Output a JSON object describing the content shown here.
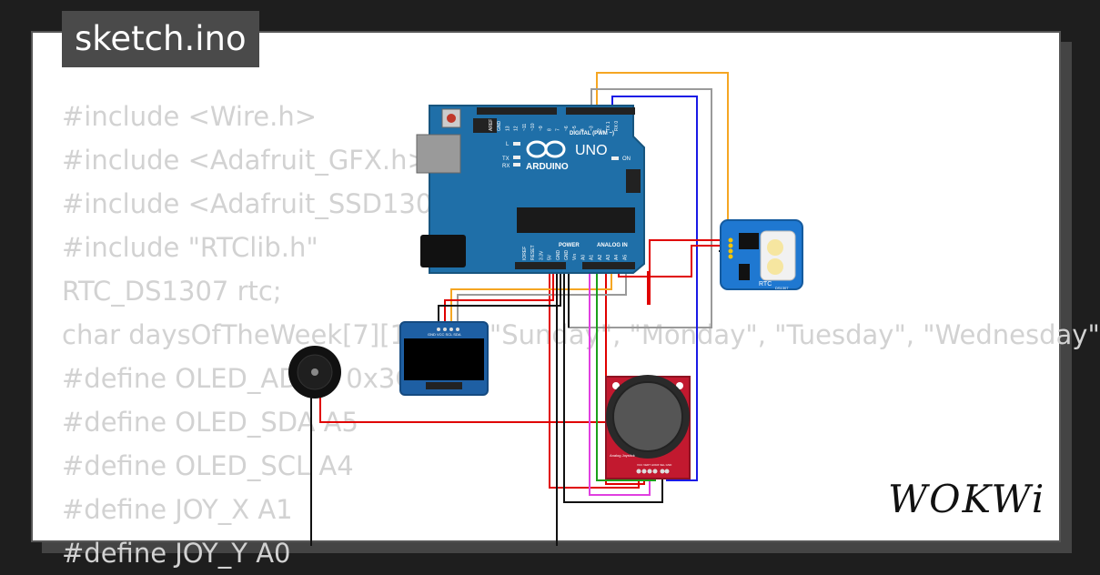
{
  "file_tab": {
    "label": "sketch.ino"
  },
  "code_lines": [
    "#include <Wire.h>",
    "#include <Adafruit_GFX.h>",
    "#include <Adafruit_SSD1306.h>",
    "#include \"RTClib.h\"",
    "RTC_DS1307 rtc;",
    "char daysOfTheWeek[7][12] = {\"Sunday\", \"Monday\", \"Tuesday\", \"Wednesday\"",
    "#define OLED_ADDR 0x3C",
    "#define OLED_SDA A5",
    "#define OLED_SCL A4",
    "#define JOY_X A1",
    "#define JOY_Y A0"
  ],
  "arduino": {
    "brand": "ARDUINO",
    "model": "UNO",
    "digital_label": "DIGITAL (PWM ~)",
    "power_label": "POWER",
    "analog_label": "ANALOG IN",
    "on_label": "ON",
    "led_l": "L",
    "led_tx": "TX",
    "led_rx": "RX",
    "top_pins": [
      "AREF",
      "GND",
      "13",
      "12",
      "~11",
      "~10",
      "~9",
      "8",
      "7",
      "~6",
      "~5",
      "4",
      "~3",
      "2",
      "TX 1",
      "RX 0"
    ],
    "bottom_pins": [
      "IOREF",
      "RESET",
      "3.3V",
      "5V",
      "GND",
      "GND",
      "Vin",
      "A0",
      "A1",
      "A2",
      "A3",
      "A4",
      "A5"
    ]
  },
  "oled": {
    "pins": "GND VCC SCL SDA"
  },
  "rtc": {
    "label": "RTC",
    "sublabel": "DS1307"
  },
  "joystick": {
    "label": "Analog Joystick",
    "pins": "VCC VERT HORZ SEL GND"
  },
  "logo": {
    "text": "WOKWi"
  },
  "colors": {
    "wire_red": "#e00000",
    "wire_orange": "#f5a623",
    "wire_gray": "#9a9a9a",
    "wire_blue": "#1a1ae6",
    "wire_green": "#1aa01a",
    "wire_magenta": "#e040e0",
    "wire_black": "#111111",
    "board_blue": "#1f6fa8"
  }
}
